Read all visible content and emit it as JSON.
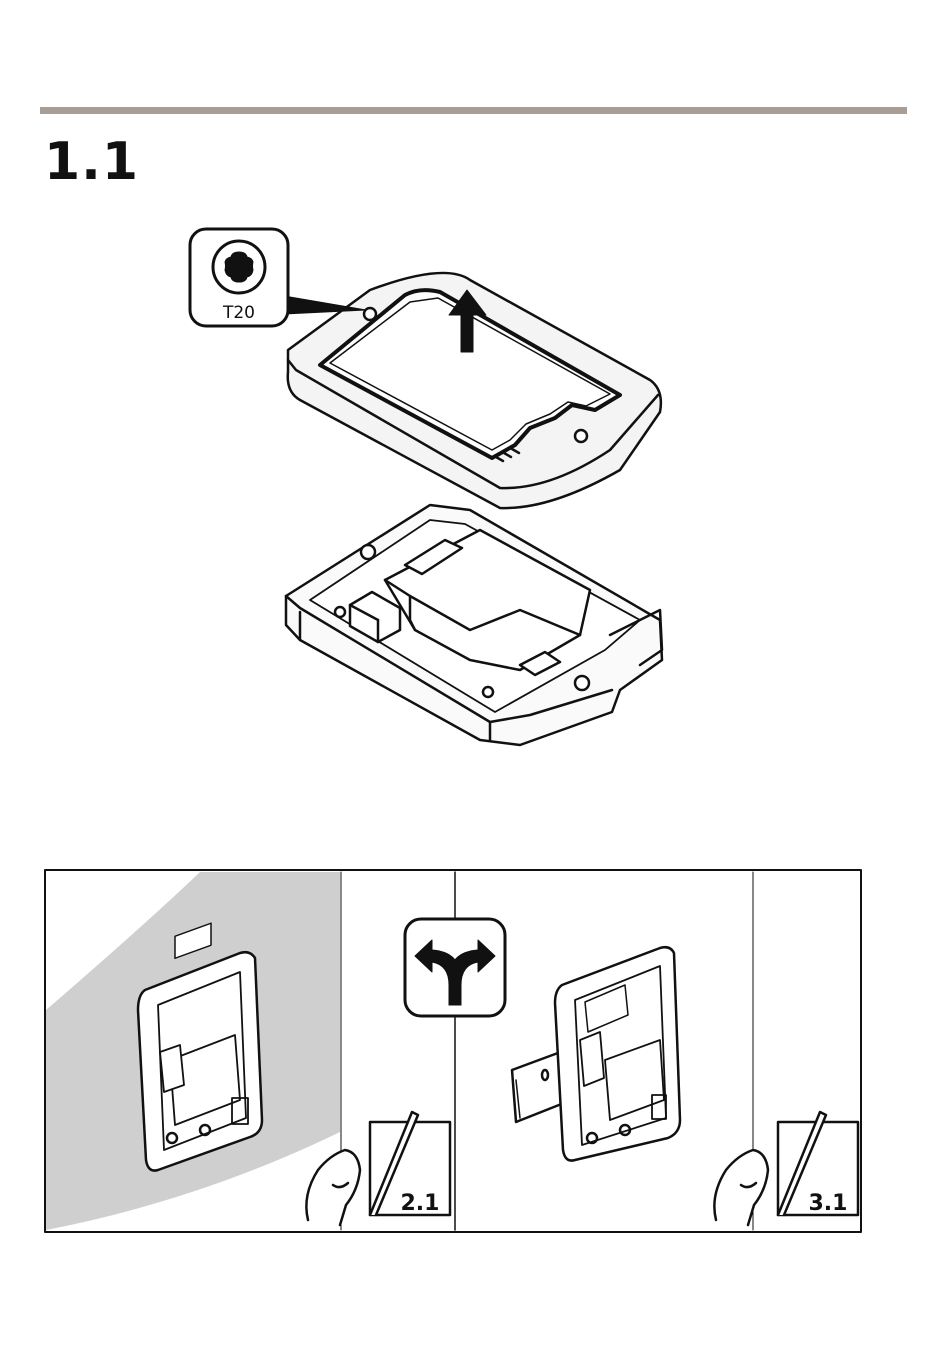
{
  "header": {
    "step_number": "1.1"
  },
  "tool_callout": {
    "tool_label": "T20",
    "icon": "torx-icon"
  },
  "options_panel": {
    "branch_icon": "split-arrows-icon",
    "option_a": {
      "page_ref": "2.1",
      "icon": "page-turn-icon"
    },
    "option_b": {
      "page_ref": "3.1",
      "icon": "page-turn-icon"
    }
  }
}
